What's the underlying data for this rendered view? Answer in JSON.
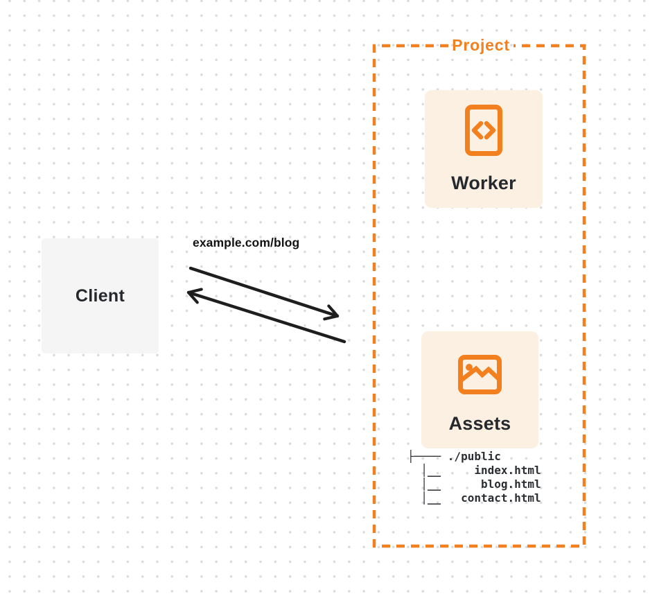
{
  "diagram": {
    "title": "Project",
    "client": {
      "label": "Client"
    },
    "request": {
      "label": "example.com/blog"
    },
    "worker": {
      "label": "Worker",
      "icon": "code-file-icon"
    },
    "assets": {
      "label": "Assets",
      "icon": "image-icon"
    },
    "file_tree": {
      "lines": [
        "├──── ./public",
        "  │__     index.html",
        "  │__      blog.html",
        "  │__   contact.html"
      ]
    },
    "colors": {
      "accent_orange": "#F2801F",
      "card_bg": "#FCF0E2",
      "client_bg": "#F5F5F6",
      "arrow": "#1E1E1E",
      "text_dark": "#25282C",
      "dot_grid": "#DADADA"
    }
  }
}
